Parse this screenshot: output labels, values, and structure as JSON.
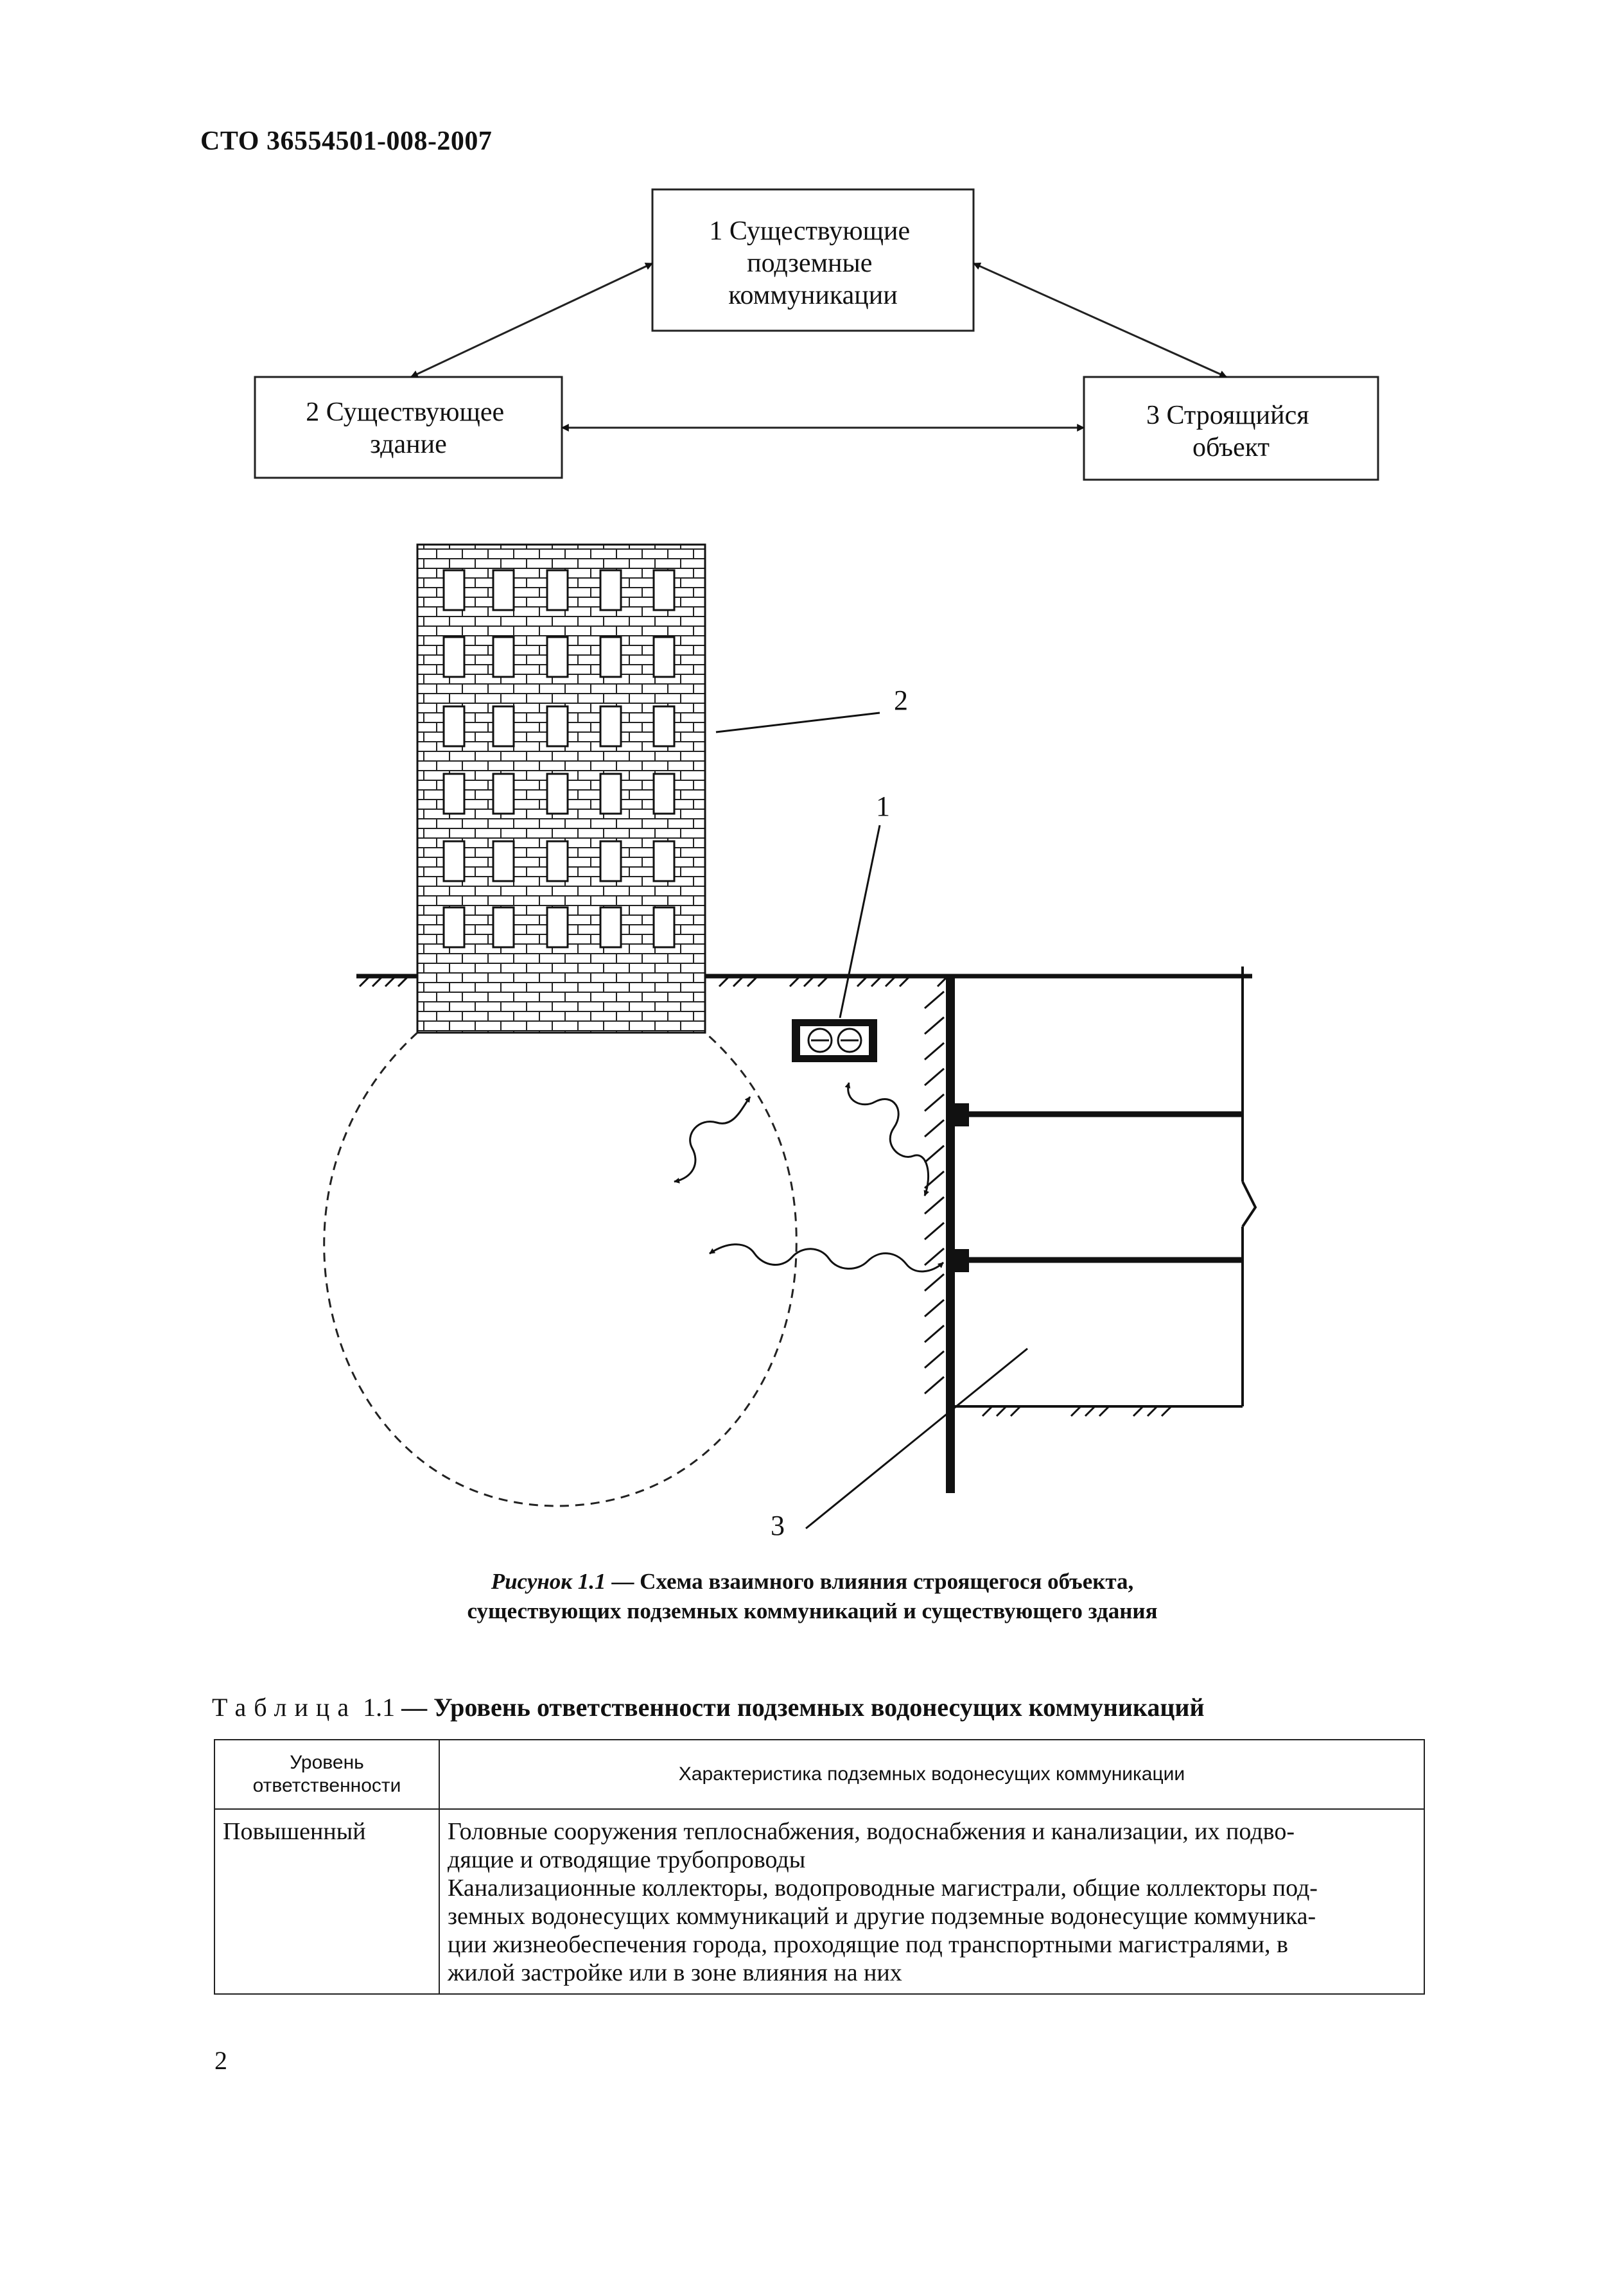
{
  "header": {
    "doc_code": "СТО 36554501-008-2007"
  },
  "diagram": {
    "boxes": [
      {
        "lines": [
          "1 Существующие",
          "подземные",
          "коммуникации"
        ]
      },
      {
        "lines": [
          "2 Существующее",
          "здание"
        ]
      },
      {
        "lines": [
          "3 Строящийся",
          "объект"
        ]
      }
    ],
    "labels": {
      "building": "2",
      "utility": "1",
      "structure": "3"
    }
  },
  "caption": {
    "prefix": "Рисунок 1.1",
    "line1_rest": " — Схема взаимного влияния строящегося объекта,",
    "line2": "существующих подземных коммуникаций и существующего здания"
  },
  "table_title": {
    "word": "Таблица",
    "number": "1.1",
    "title": "— Уровень ответственности подземных водонесущих коммуникаций"
  },
  "table": {
    "headers": {
      "col1": "Уровень ответственности",
      "col2": "Характеристика подземных водонесущих коммуникации"
    },
    "rows": [
      {
        "level": "Повышенный",
        "lines": [
          "Головные сооружения теплоснабжения, водоснабжения и канализации, их подво-",
          "дящие и отводящие трубопроводы",
          "Канализационные коллекторы, водопроводные магистрали, общие коллекторы под-",
          "земных водонесущих коммуникаций и другие подземные водонесущие коммуника-",
          "ции жизнеобеспечения города, проходящие под транспортными магистралями, в",
          "жилой застройке или в зоне влияния на них"
        ]
      }
    ]
  },
  "page_number": "2"
}
